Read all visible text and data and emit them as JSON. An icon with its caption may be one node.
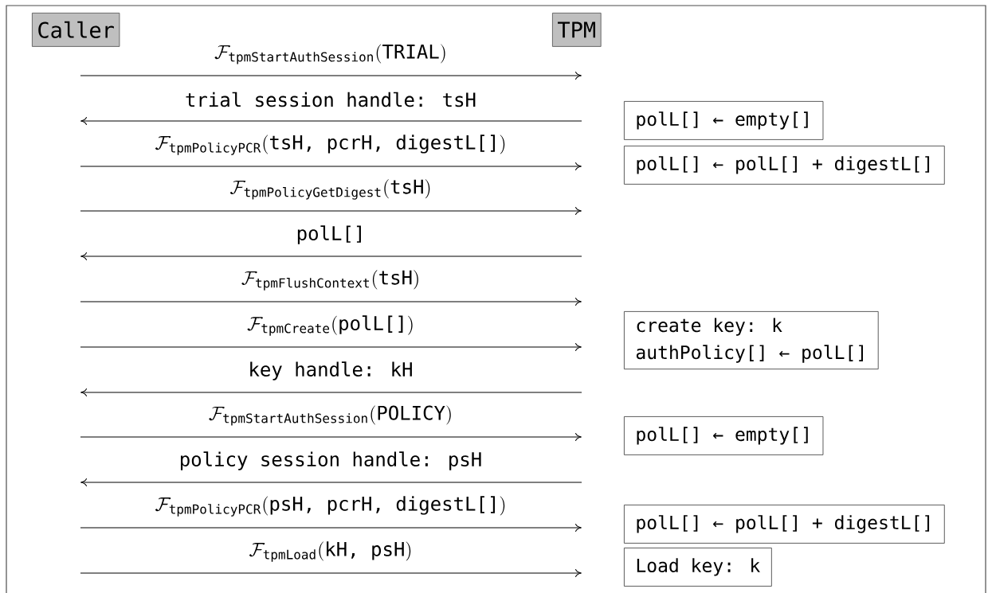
{
  "diagram": {
    "nodes": [
      {
        "text": [
          "Caller"
        ]
      },
      {
        "text": [
          "TPM"
        ]
      },
      {
        "text": [
          "polL[] ← empty[]"
        ]
      },
      {
        "text": [
          "polL[] ← polL[] + digestL[]"
        ]
      },
      {
        "text": [
          "create key: k",
          "authPolicy[] ← polL[]"
        ]
      },
      {
        "text": [
          "polL[] ← empty[]"
        ]
      },
      {
        "text": [
          "polL[] ← polL[] + digestL[]"
        ]
      },
      {
        "text": [
          "Load key: k"
        ]
      }
    ],
    "labels": [
      "\\mathcal{F}_{\\texttt{tpmStartAuthSession}}(\\texttt{TRIAL})",
      "trial session handle: tsH",
      "\\mathcal{F}_{\\texttt{tpmPolicyPCR}}(\\texttt{tsH, pcrH, digestL[]})",
      "\\mathcal{F}_{\\texttt{tpmPolicyGetDigest}}(\\texttt{tsH})",
      "polL[]",
      "\\mathcal{F}_{\\texttt{tpmFlushContext}}(\\texttt{tsH})",
      "\\mathcal{F}_{\\texttt{tpmCreate}}(\\texttt{polL[]})",
      "key handle: kH",
      "\\mathcal{F}_{\\texttt{tpmStartAuthSession}}(\\texttt{POLICY})",
      "policy session handle: psH",
      "\\mathcal{F}_{\\texttt{tpmPolicyPCR}}(\\texttt{psH, pcrH, digestL[]})",
      "\\mathcal{F}_{\\texttt{tpmLoad}}(\\texttt{kH, psH})"
    ]
  }
}
